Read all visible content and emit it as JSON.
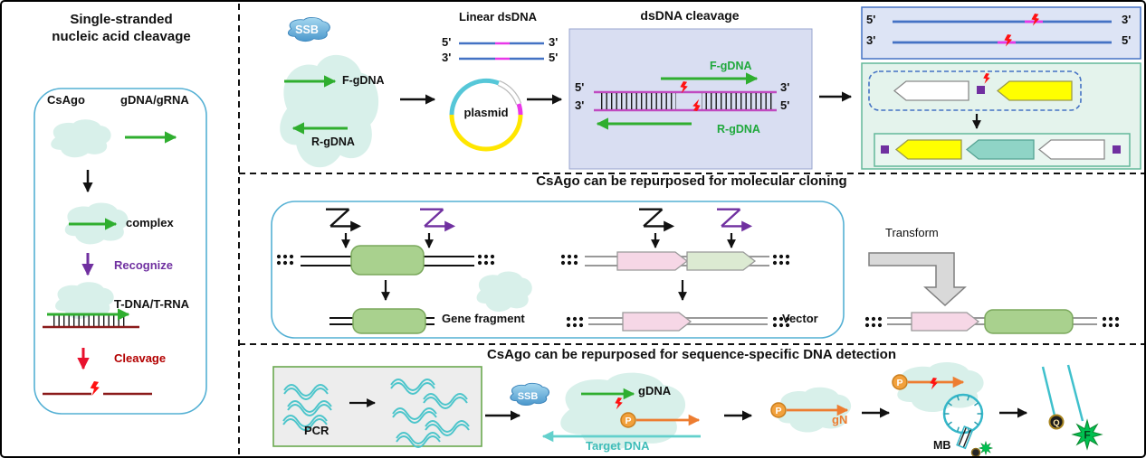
{
  "left_panel": {
    "title_line1": "Single-stranded",
    "title_line2": "nucleic acid cleavage",
    "csago": "CsAgo",
    "gdna_grna": "gDNA/gRNA",
    "complex": "complex",
    "recognize": "Recognize",
    "tdna_trna": "T-DNA/T-RNA",
    "cleavage": "Cleavage"
  },
  "top": {
    "ssb": "SSB",
    "f_gdna": "F-gDNA",
    "r_gdna": "R-gDNA",
    "linear_dsdna": "Linear dsDNA",
    "five_prime": "5'",
    "three_prime": "3'",
    "plasmid": "plasmid",
    "dsdna_cleavage_title": "dsDNA cleavage"
  },
  "cloning": {
    "title": "CsAgo can be repurposed for molecular cloning",
    "gene_fragment": "Gene fragment",
    "vector": "Vector",
    "transform": "Transform"
  },
  "detection": {
    "title": "CsAgo can be repurposed for sequence-specific DNA detection",
    "pcr": "PCR",
    "ssb": "SSB",
    "gdna": "gDNA",
    "target_dna": "Target DNA",
    "phosphate": "P",
    "gn": "gN",
    "mb": "MB",
    "quencher": "Q",
    "fluorophore": "F"
  },
  "colors": {
    "protein_blob": "#d8f0ea",
    "ssb_blue": "#4a97cc",
    "guide_green": "#2fae2f",
    "recognize_purple": "#7030a0",
    "strand_dark_red": "#8b1a1a",
    "bolt_red": "#ff1212",
    "dna_blue": "#4472c4",
    "target_magenta": "#e838e8",
    "duplex_purple": "#c04ac0",
    "orange": "#ed7d31",
    "beacon_teal": "#35b7c9",
    "star_green": "#00c050",
    "gene_block_green": "#a9d18e",
    "vector_pink": "#f6d7e6",
    "insert_light_green": "#dcead2",
    "yellow_orf": "#ffff00",
    "teal_orf": "#8fd4c6"
  }
}
